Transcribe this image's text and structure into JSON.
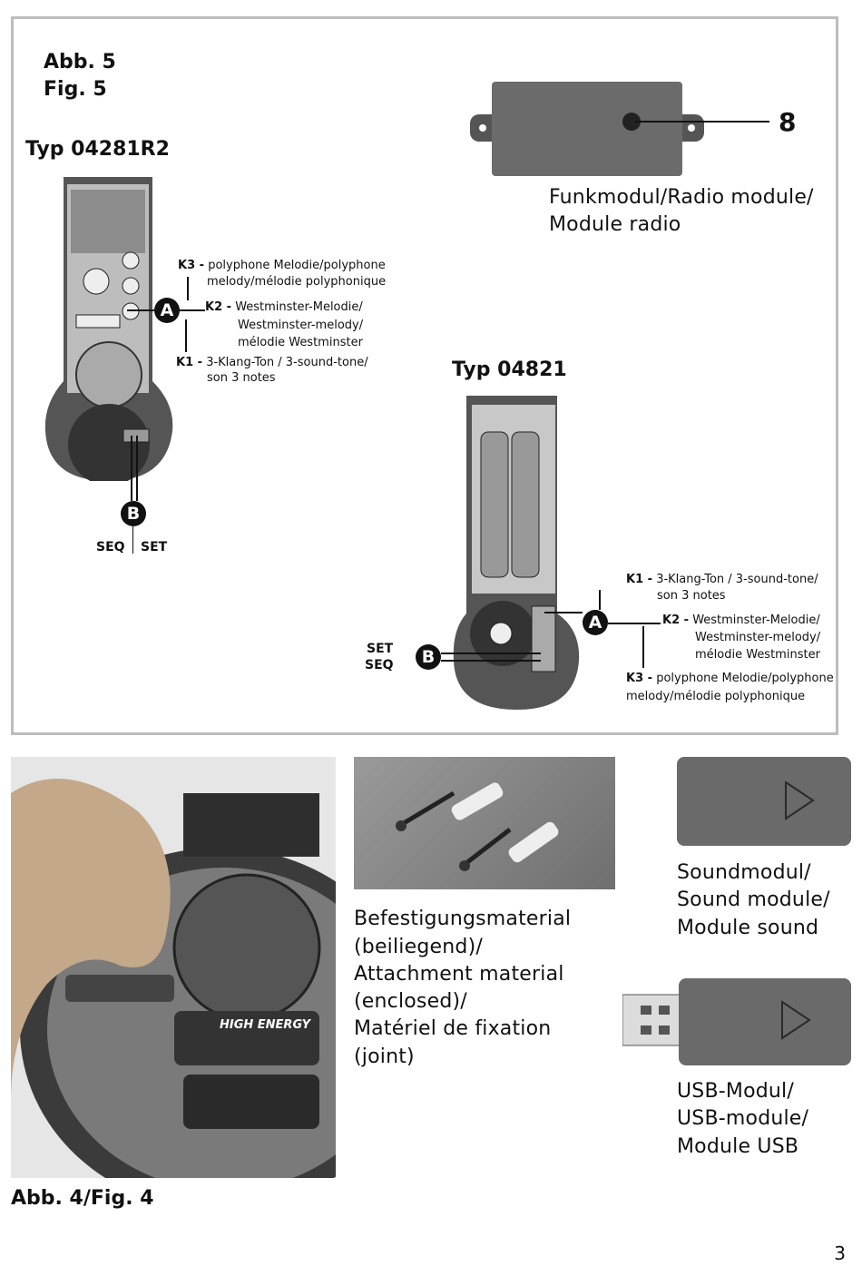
{
  "fig5": {
    "title_de": "Abb. 5",
    "title_en": "Fig. 5",
    "typ1": {
      "title": "Typ 04281R2",
      "k3_key": "K3 -",
      "k3_line1": "polyphone Melodie/polyphone",
      "k3_line2": "melody/mélodie polyphonique",
      "k2_key": "K2 -",
      "k2_line1": "Westminster-Melodie/",
      "k2_line2": "Westminster-melody/",
      "k2_line3": "mélodie Westminster",
      "k1_key": "K1 -",
      "k1_line1": "3-Klang-Ton / 3-sound-tone/",
      "k1_line2": "son 3 notes",
      "marker_a": "A",
      "marker_b": "B",
      "seq": "SEQ",
      "set": "SET"
    },
    "radio_module": {
      "number": "8",
      "line1": "Funkmodul/Radio module/",
      "line2": "Module radio"
    },
    "typ2": {
      "title": "Typ 04821",
      "k1_key": "K1 -",
      "k1_line1": "3-Klang-Ton / 3-sound-tone/",
      "k1_line2": "son 3 notes",
      "k2_key": "K2 -",
      "k2_line1": "Westminster-Melodie/",
      "k2_line2": "Westminster-melody/",
      "k2_line3": "mélodie Westminster",
      "k3_key": "K3 -",
      "k3_line1": "polyphone Melodie/polyphone",
      "k3_line2": "melody/mélodie polyphonique",
      "marker_a": "A",
      "marker_b": "B",
      "set": "SET",
      "seq": "SEQ"
    }
  },
  "fig4": {
    "caption": "Abb. 4/Fig. 4",
    "battery_text": "HIGH ENERGY"
  },
  "attachment": {
    "line1": "Befestigungsmaterial",
    "line2": "(beiliegend)/",
    "line3": "Attachment material",
    "line4": "(enclosed)/",
    "line5": "Matériel de fixation",
    "line6": "(joint)"
  },
  "sound_module": {
    "line1": "Soundmodul/",
    "line2": "Sound module/",
    "line3": "Module sound"
  },
  "usb_module": {
    "line1": "USB-Modul/",
    "line2": "USB-module/",
    "line3": "Module USB"
  },
  "page_number": "3"
}
